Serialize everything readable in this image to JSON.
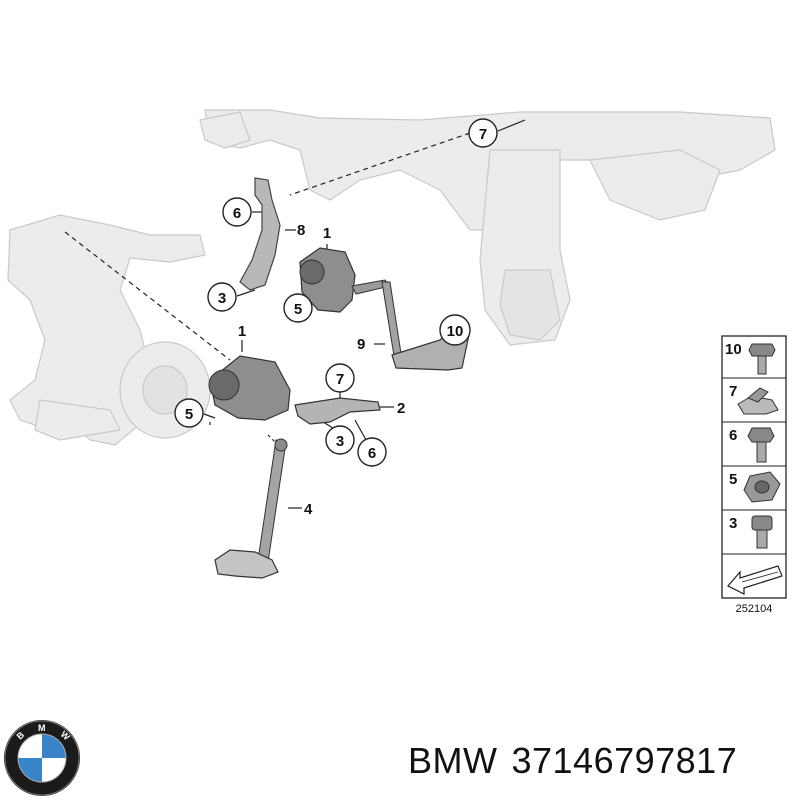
{
  "callouts": {
    "c1_top": "1",
    "c8": "8",
    "c6_top": "6",
    "c3_top": "3",
    "c5_top": "5",
    "c7_top": "7",
    "c9": "9",
    "c10": "10",
    "c1_bottom": "1",
    "c5_bottom": "5",
    "c7_mid": "7",
    "c2": "2",
    "c3_bottom": "3",
    "c6_bottom": "6",
    "c4": "4"
  },
  "legend": {
    "items": [
      "10",
      "7",
      "6",
      "5",
      "3"
    ],
    "diagram_number": "252104"
  },
  "logo": {
    "letters": [
      "B",
      "M",
      "W"
    ],
    "colors": {
      "blue": "#3a84c9",
      "white": "#ffffff",
      "ring": "#1b1b1b"
    }
  },
  "caption": {
    "brand": "BMW",
    "part_number": "37146797817"
  },
  "colors": {
    "background_part": "#ececee",
    "background_outline": "#c9c9cc",
    "component": "#9a9a9c",
    "component_dark": "#5c5c5e",
    "line": "#222222"
  }
}
